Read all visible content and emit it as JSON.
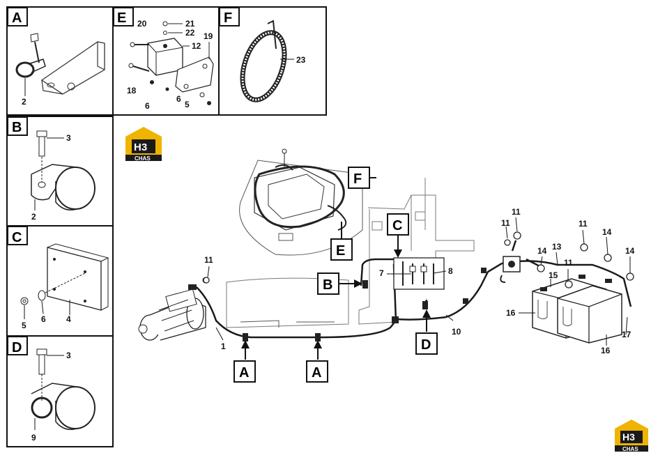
{
  "logo": {
    "mark": "H3",
    "brand": "CHAS",
    "brand_color": "#f0b400",
    "badge_color": "#1a1a1a"
  },
  "panels": {
    "A": {
      "letter": "A",
      "labels": [
        "2"
      ]
    },
    "B": {
      "letter": "B",
      "labels": [
        "3",
        "2"
      ]
    },
    "C": {
      "letter": "C",
      "labels": [
        "5",
        "6",
        "4"
      ]
    },
    "D": {
      "letter": "D",
      "labels": [
        "3",
        "9"
      ]
    },
    "E": {
      "letter": "E",
      "labels": [
        "20",
        "21",
        "22",
        "12",
        "19",
        "18",
        "6",
        "6",
        "5"
      ]
    },
    "F": {
      "letter": "F",
      "labels": [
        "23"
      ]
    }
  },
  "callouts": {
    "A1": "A",
    "A2": "A",
    "B": "B",
    "C": "C",
    "D": "D",
    "E": "E",
    "F": "F"
  },
  "main_labels": {
    "starter_11": "11",
    "cable_1": "1",
    "l7": "7",
    "l8": "8",
    "l10": "10",
    "b11a": "11",
    "b11b": "11",
    "b11c": "11",
    "b11d": "11",
    "b13": "13",
    "b14a": "14",
    "b14b": "14",
    "b14c": "14",
    "b15": "15",
    "b16a": "16",
    "b16b": "16",
    "b17": "17"
  }
}
